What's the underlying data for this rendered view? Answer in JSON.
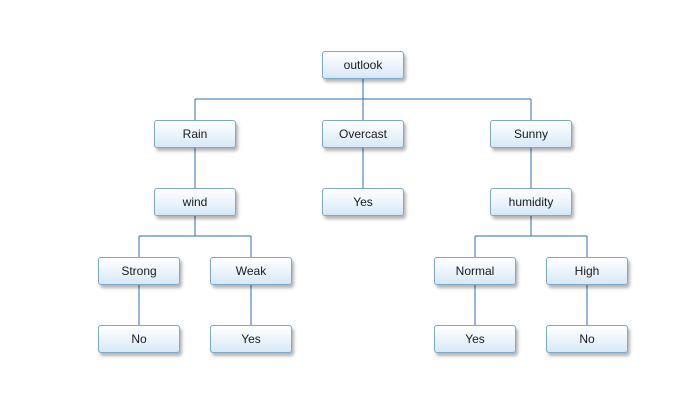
{
  "tree": {
    "root": "outlook",
    "outlook_children": {
      "rain": "Rain",
      "overcast": "Overcast",
      "sunny": "Sunny"
    },
    "rain_child": "wind",
    "overcast_child": "Yes",
    "sunny_child": "humidity",
    "wind_children": {
      "strong": "Strong",
      "weak": "Weak"
    },
    "humidity_children": {
      "normal": "Normal",
      "high": "High"
    },
    "leaves": {
      "strong": "No",
      "weak": "Yes",
      "normal": "Yes",
      "high": "No"
    }
  },
  "colors": {
    "edge": "#2f6fb0",
    "node_border": "#7fa8c9",
    "node_fill": "#eaf3fb"
  }
}
